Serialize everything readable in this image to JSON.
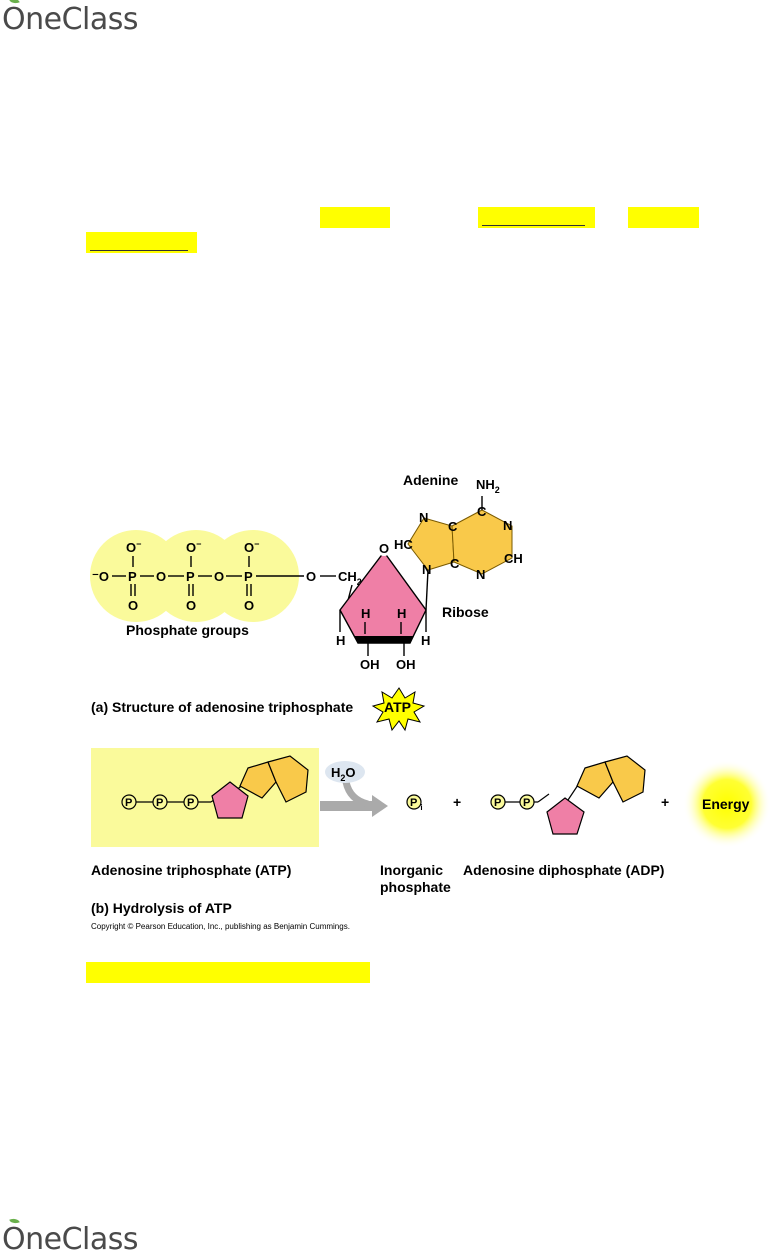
{
  "header": {
    "logo_text": "OneClass"
  },
  "footer": {
    "logo_text": "OneClass"
  },
  "figure": {
    "part_a": {
      "adenine_label": "Adenine",
      "nh2_label": "NH",
      "nh2_sub": "2",
      "ring_atoms": {
        "C_top": "C",
        "N_right": "N",
        "CH": "CH",
        "N_bottom": "N",
        "C_mid1": "C",
        "C_mid2": "C",
        "N_left_top": "N",
        "HC": "HC",
        "N_link": "N"
      },
      "phosphate_chain": {
        "o_minus_left": "O",
        "p1": "P",
        "p2": "P",
        "p3": "P",
        "o_bridge": "O",
        "o_top": "O",
        "o_bottom": "O",
        "o_link": "O",
        "ch2": "CH",
        "ch2_sub": "2"
      },
      "phosphate_groups_label": "Phosphate groups",
      "ribose_label": "Ribose",
      "ribose_atoms": {
        "O_ring": "O",
        "H": "H",
        "OH": "OH"
      },
      "caption": "(a) Structure of adenosine triphosphate",
      "atp_badge": "ATP"
    },
    "part_b": {
      "p_label": "P",
      "pi_label": "P",
      "pi_sub": "i",
      "water_label": "H",
      "water_sub": "2",
      "water_o": "O",
      "plus": "+",
      "energy_label": "Energy",
      "atp_full_label": "Adenosine triphosphate (ATP)",
      "inorganic_label_1": "Inorganic",
      "inorganic_label_2": "phosphate",
      "adp_full_label": "Adenosine diphosphate (ADP)",
      "caption": "(b) Hydrolysis of ATP",
      "copyright": "Copyright © Pearson Education, Inc., publishing as Benjamin Cummings."
    }
  },
  "colors": {
    "highlight": "#ffff00",
    "phosphate_fill": "#fafa9b",
    "adenine_fill": "#f9c94a",
    "ribose_fill": "#ef7fa6",
    "atp_box_fill": "#fafa9b",
    "arrow_gray": "#aaaaaa"
  }
}
